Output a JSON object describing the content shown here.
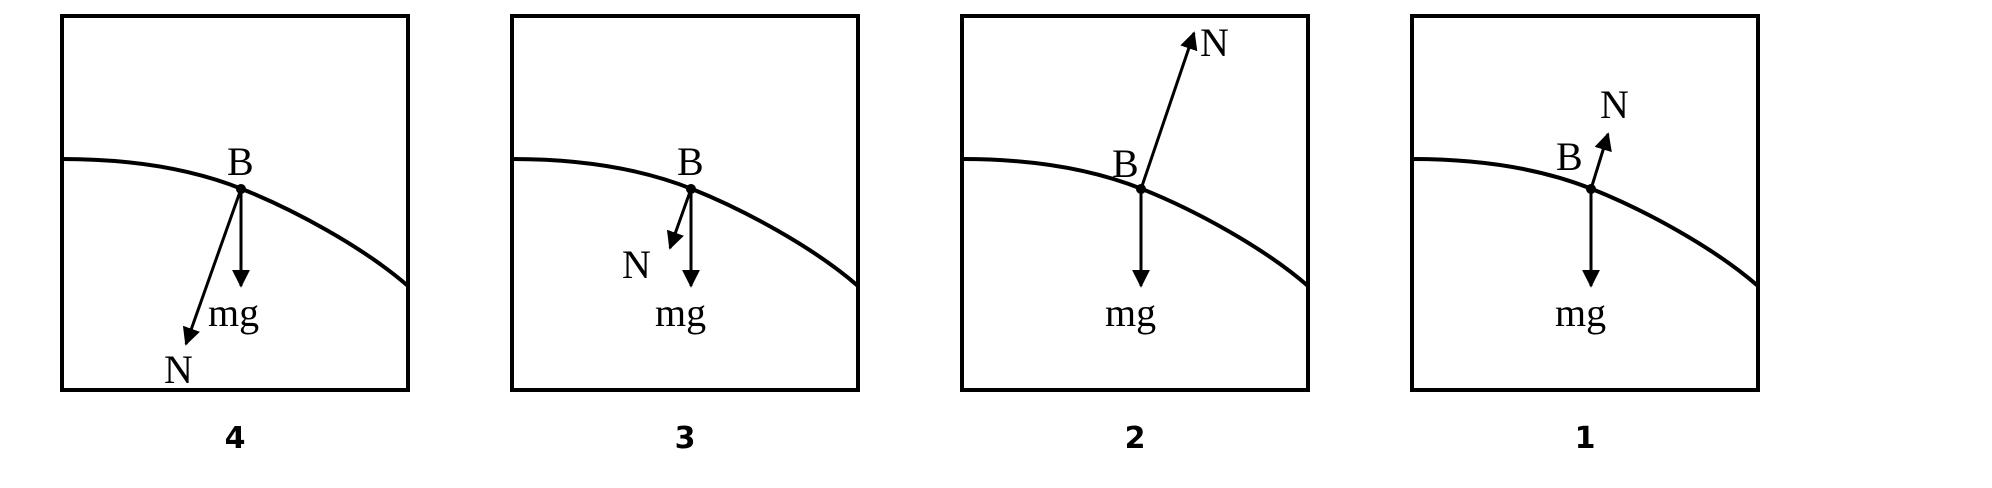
{
  "panels": [
    {
      "caption": "4",
      "point_label": "B",
      "normal_label": "N",
      "weight_label": "mg"
    },
    {
      "caption": "3",
      "point_label": "B",
      "normal_label": "N",
      "weight_label": "mg"
    },
    {
      "caption": "2",
      "point_label": "B",
      "normal_label": "N",
      "weight_label": "mg"
    },
    {
      "caption": "1",
      "point_label": "B",
      "normal_label": "N",
      "weight_label": "mg"
    }
  ],
  "colors": {
    "line": "#000000",
    "background": "#ffffff"
  }
}
